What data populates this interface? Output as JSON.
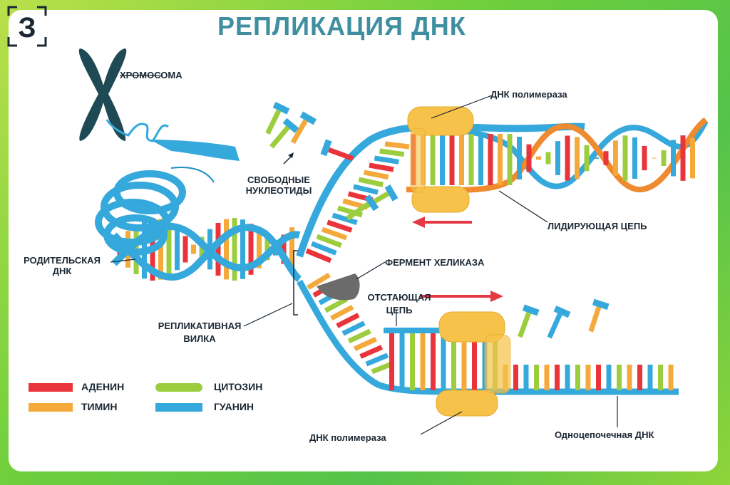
{
  "title": "РЕПЛИКАЦИЯ ДНК",
  "logo_text": "З",
  "labels": {
    "chromosome": "ХРОМОСОМА",
    "dna_polymerase_top": "ДНК полимераза",
    "free_nucleotides_1": "СВОБОДНЫЕ",
    "free_nucleotides_2": "НУКЛЕОТИДЫ",
    "leading_strand": "ЛИДИРУЮЩАЯ ЦЕПЬ",
    "parent_dna_1": "РОДИТЕЛЬСКАЯ",
    "parent_dna_2": "ДНК",
    "helicase": "ФЕРМЕНТ ХЕЛИКАЗА",
    "lagging_strand_1": "ОТСТАЮЩАЯ",
    "lagging_strand_2": "ЦЕПЬ",
    "replication_fork_1": "РЕПЛИКАТИВНАЯ",
    "replication_fork_2": "ВИЛКА",
    "dna_polymerase_bottom": "ДНК полимераза",
    "single_strand_dna": "Одноцепочечная ДНК"
  },
  "legend": [
    {
      "name": "АДЕНИН",
      "color": "#e8343a"
    },
    {
      "name": "ТИМИН",
      "color": "#f4a93a"
    },
    {
      "name": "ЦИТОЗИН",
      "color": "#9ccd3f"
    },
    {
      "name": "ГУАНИН",
      "color": "#35a8dc"
    }
  ],
  "colors": {
    "backbone_blue": "#35a8dc",
    "backbone_orange": "#f08a2e",
    "polymerase": "#f7c24a",
    "helicase": "#6b6b6b",
    "arrow": "#e53945",
    "chromosome": "#1f4a55",
    "title": "#3f8fa0"
  }
}
